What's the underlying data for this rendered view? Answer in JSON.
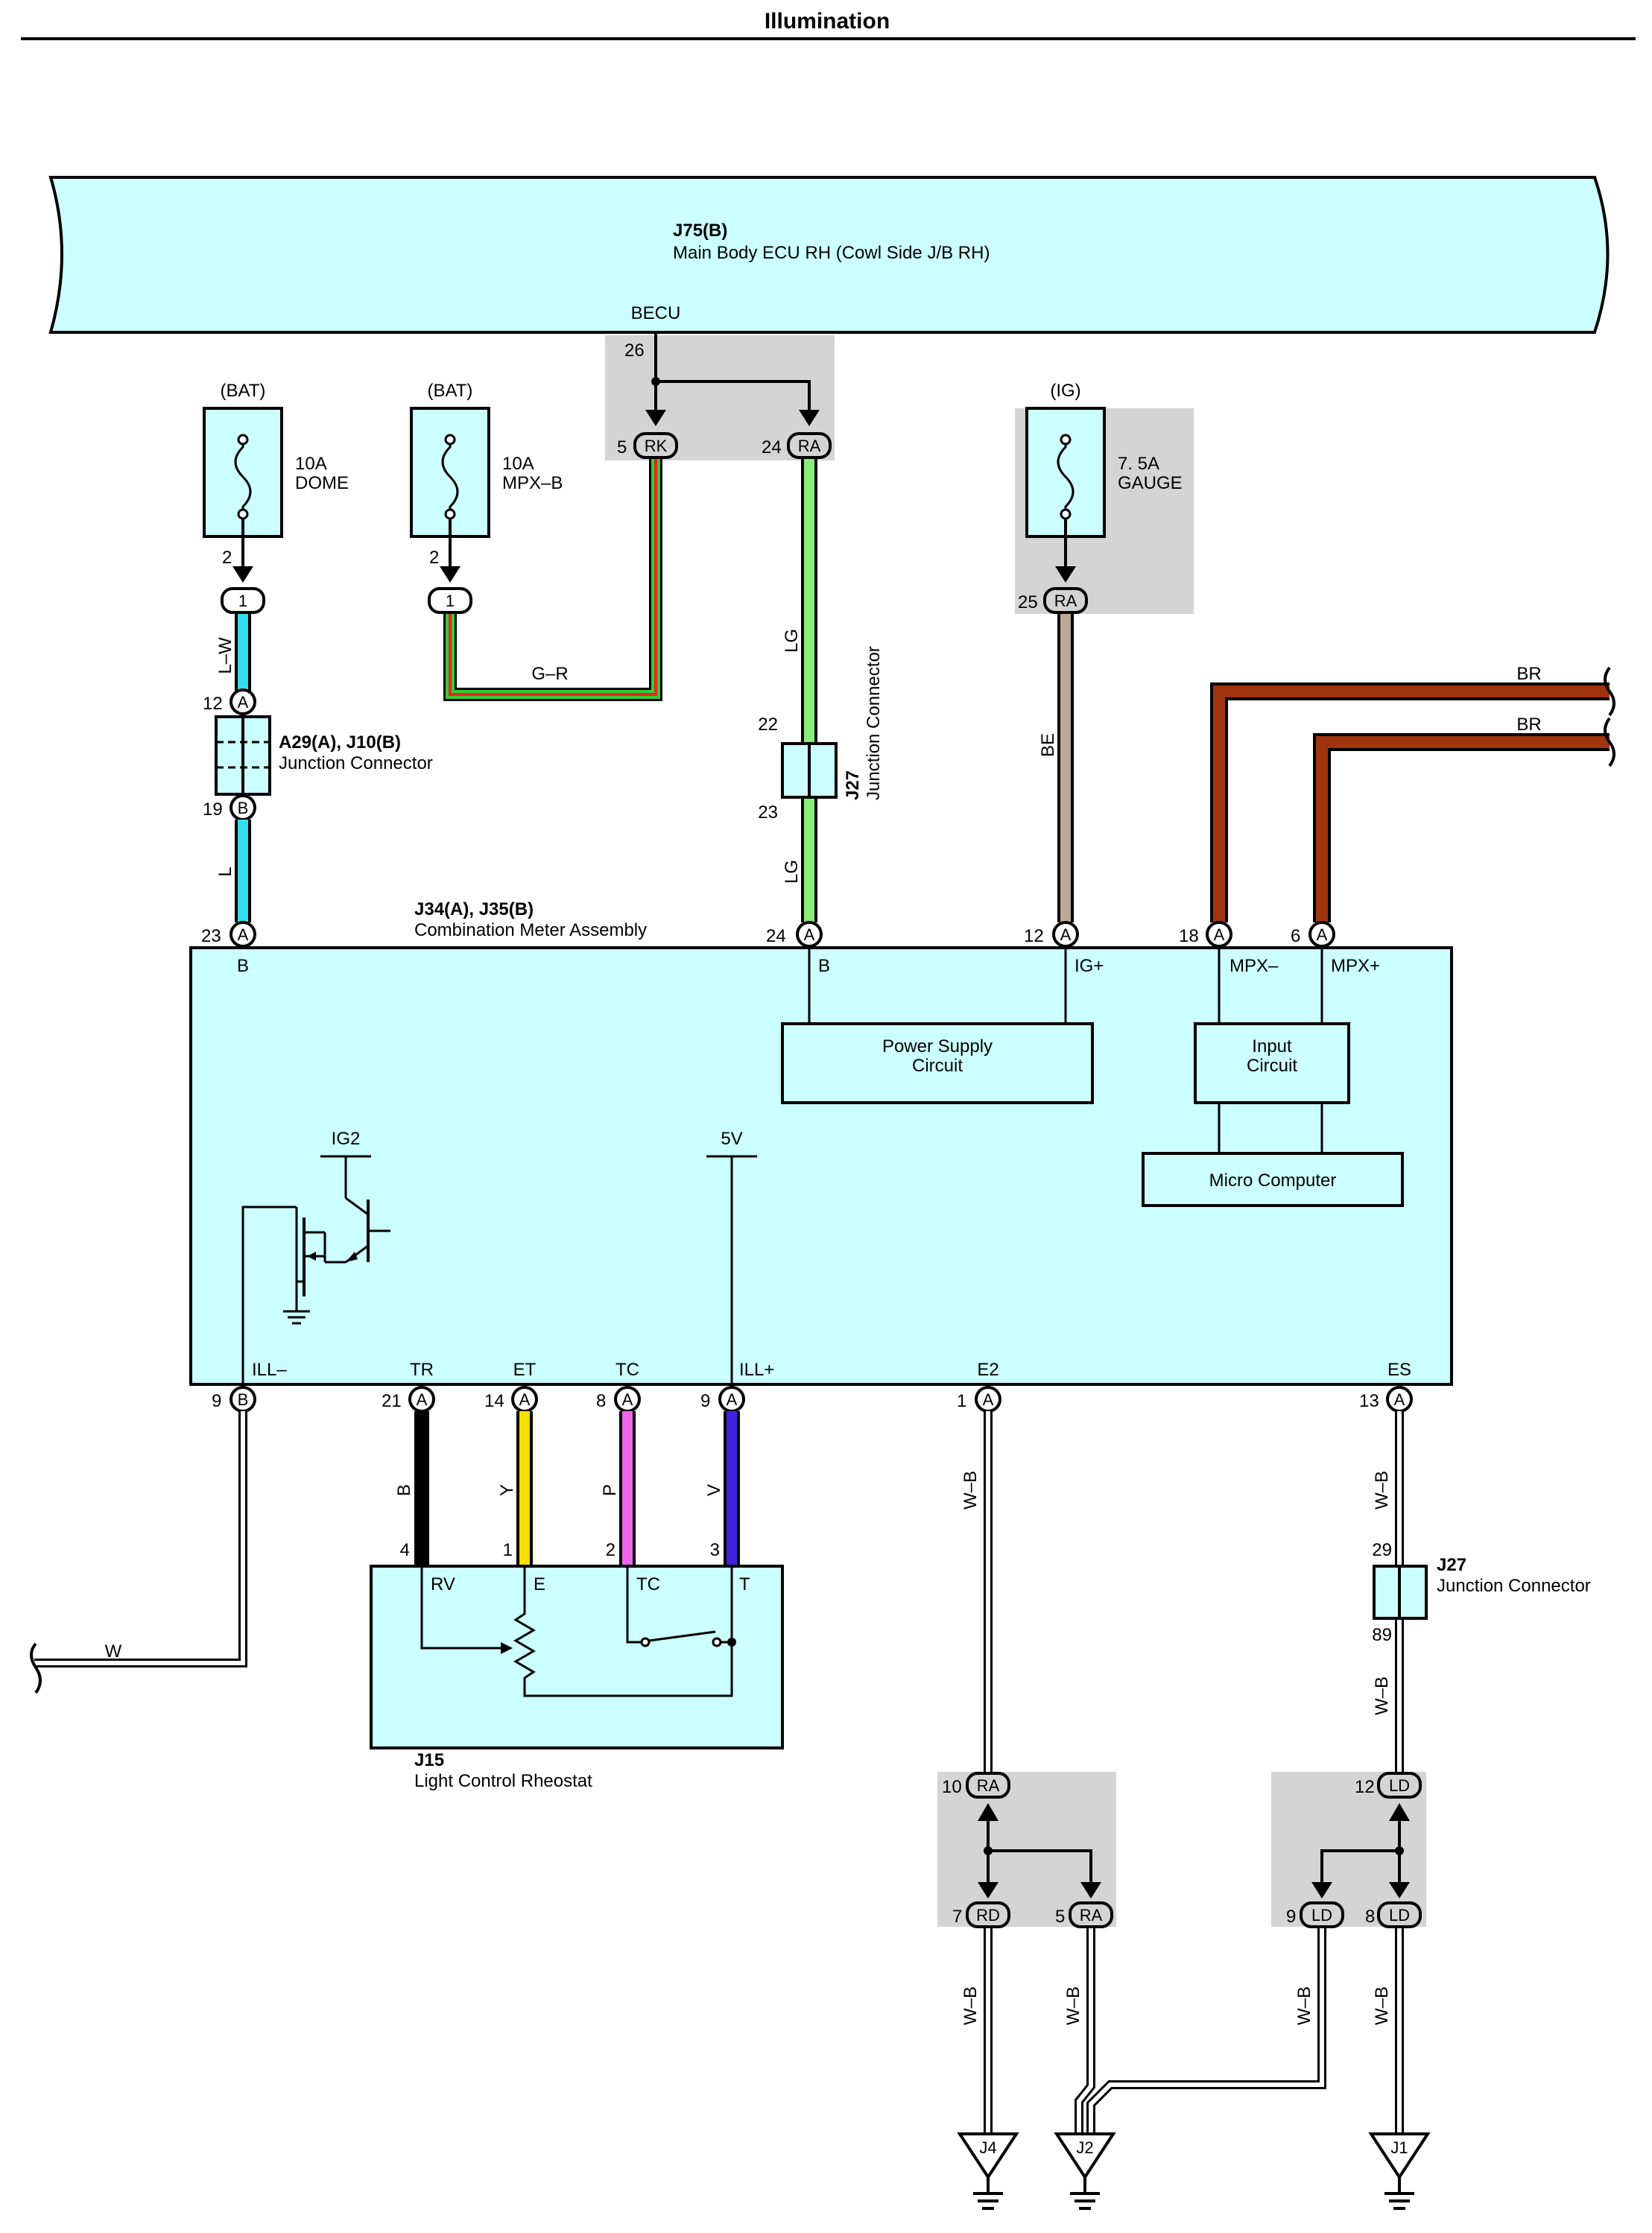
{
  "title": "Illumination",
  "ecu": {
    "code": "J75(B)",
    "name": "Main Body ECU RH (Cowl Side J/B RH)",
    "terminal": "BECU",
    "pin": "26"
  },
  "fuses": [
    {
      "source": "(BAT)",
      "rating": "10A",
      "name": "DOME",
      "pin": "2",
      "conn": "1"
    },
    {
      "source": "(BAT)",
      "rating": "10A",
      "name": "MPX–B",
      "pin": "2",
      "conn": "1"
    },
    {
      "source": "(IG)",
      "rating": "7. 5A",
      "name": "GAUGE",
      "pin": "25",
      "conn": "RA"
    }
  ],
  "becu_branch": {
    "pin_rk": "5",
    "conn_rk": "RK",
    "pin_ra": "24",
    "conn_ra": "RA"
  },
  "wire_colors": {
    "LW": "L–W",
    "GR": "G–R",
    "LG": "LG",
    "L": "L",
    "BE": "BE",
    "BR": "BR",
    "B": "B",
    "Y": "Y",
    "P": "P",
    "V": "V",
    "W": "W",
    "WB": "W–B"
  },
  "colors": {
    "box_fill": "#ccffff",
    "shade": "#d4d4d4",
    "wire_L": "#33ddee",
    "wire_LG": "#88ee77",
    "wire_BE": "#bfa898",
    "wire_BR": "#a0340f",
    "wire_B": "#000000",
    "wire_Y": "#f5e000",
    "wire_P": "#ee66ee",
    "wire_V": "#4422dd",
    "wire_G": "#33cc33",
    "wire_R": "#ee2222"
  },
  "a29": {
    "code": "A29(A), J10(B)",
    "name": "Junction Connector",
    "pin_a": "12",
    "conn_a": "A",
    "pin_b": "19",
    "conn_b": "B"
  },
  "j27a": {
    "code": "J27",
    "name": "Junction Connector",
    "pin_top": "22",
    "pin_bottom": "23"
  },
  "meter": {
    "code": "J34(A), J35(B)",
    "name": "Combination Meter Assembly",
    "pins_top": [
      {
        "num": "23",
        "conn": "A",
        "label": "B"
      },
      {
        "num": "24",
        "conn": "A",
        "label": "B"
      },
      {
        "num": "12",
        "conn": "A",
        "label": "IG+"
      },
      {
        "num": "18",
        "conn": "A",
        "label": "MPX–"
      },
      {
        "num": "6",
        "conn": "A",
        "label": "MPX+"
      }
    ],
    "pins_bottom": [
      {
        "num": "9",
        "conn": "B",
        "label": "ILL–"
      },
      {
        "num": "21",
        "conn": "A",
        "label": "TR"
      },
      {
        "num": "14",
        "conn": "A",
        "label": "ET"
      },
      {
        "num": "8",
        "conn": "A",
        "label": "TC"
      },
      {
        "num": "9",
        "conn": "A",
        "label": "ILL+"
      },
      {
        "num": "1",
        "conn": "A",
        "label": "E2"
      },
      {
        "num": "13",
        "conn": "A",
        "label": "ES"
      }
    ],
    "power_supply": "Power Supply Circuit",
    "input_circuit": "Input Circuit",
    "micro": "Micro Computer",
    "ig2": "IG2",
    "v5": "5V"
  },
  "rheostat": {
    "code": "J15",
    "name": "Light Control Rheostat",
    "pins": [
      {
        "num": "4",
        "label": "RV"
      },
      {
        "num": "1",
        "label": "E"
      },
      {
        "num": "2",
        "label": "TC"
      },
      {
        "num": "3",
        "label": "T"
      }
    ]
  },
  "j27b": {
    "code": "J27",
    "name": "Junction Connector",
    "pin_top": "29",
    "pin_bottom": "89"
  },
  "junction_ra": {
    "pin_in": "10",
    "conn_in": "RA",
    "pin_out1": "7",
    "conn_out1": "RD",
    "pin_out2": "5",
    "conn_out2": "RA"
  },
  "junction_ld": {
    "pin_in": "12",
    "conn_in": "LD",
    "pin_out1": "9",
    "conn_out1": "LD",
    "pin_out2": "8",
    "conn_out2": "LD"
  },
  "grounds": [
    "J4",
    "J2",
    "J1"
  ]
}
